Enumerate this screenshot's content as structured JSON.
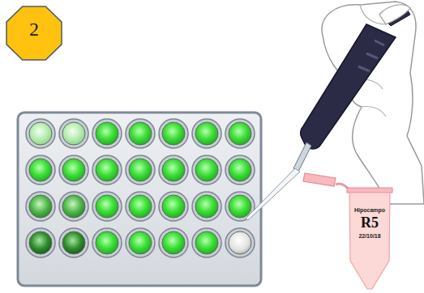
{
  "diagram": {
    "nodes": [
      {
        "text": [
          "2"
        ]
      },
      {
        "text": [
          "Hipocampo",
          "R5",
          "22/10/18"
        ]
      }
    ]
  }
}
